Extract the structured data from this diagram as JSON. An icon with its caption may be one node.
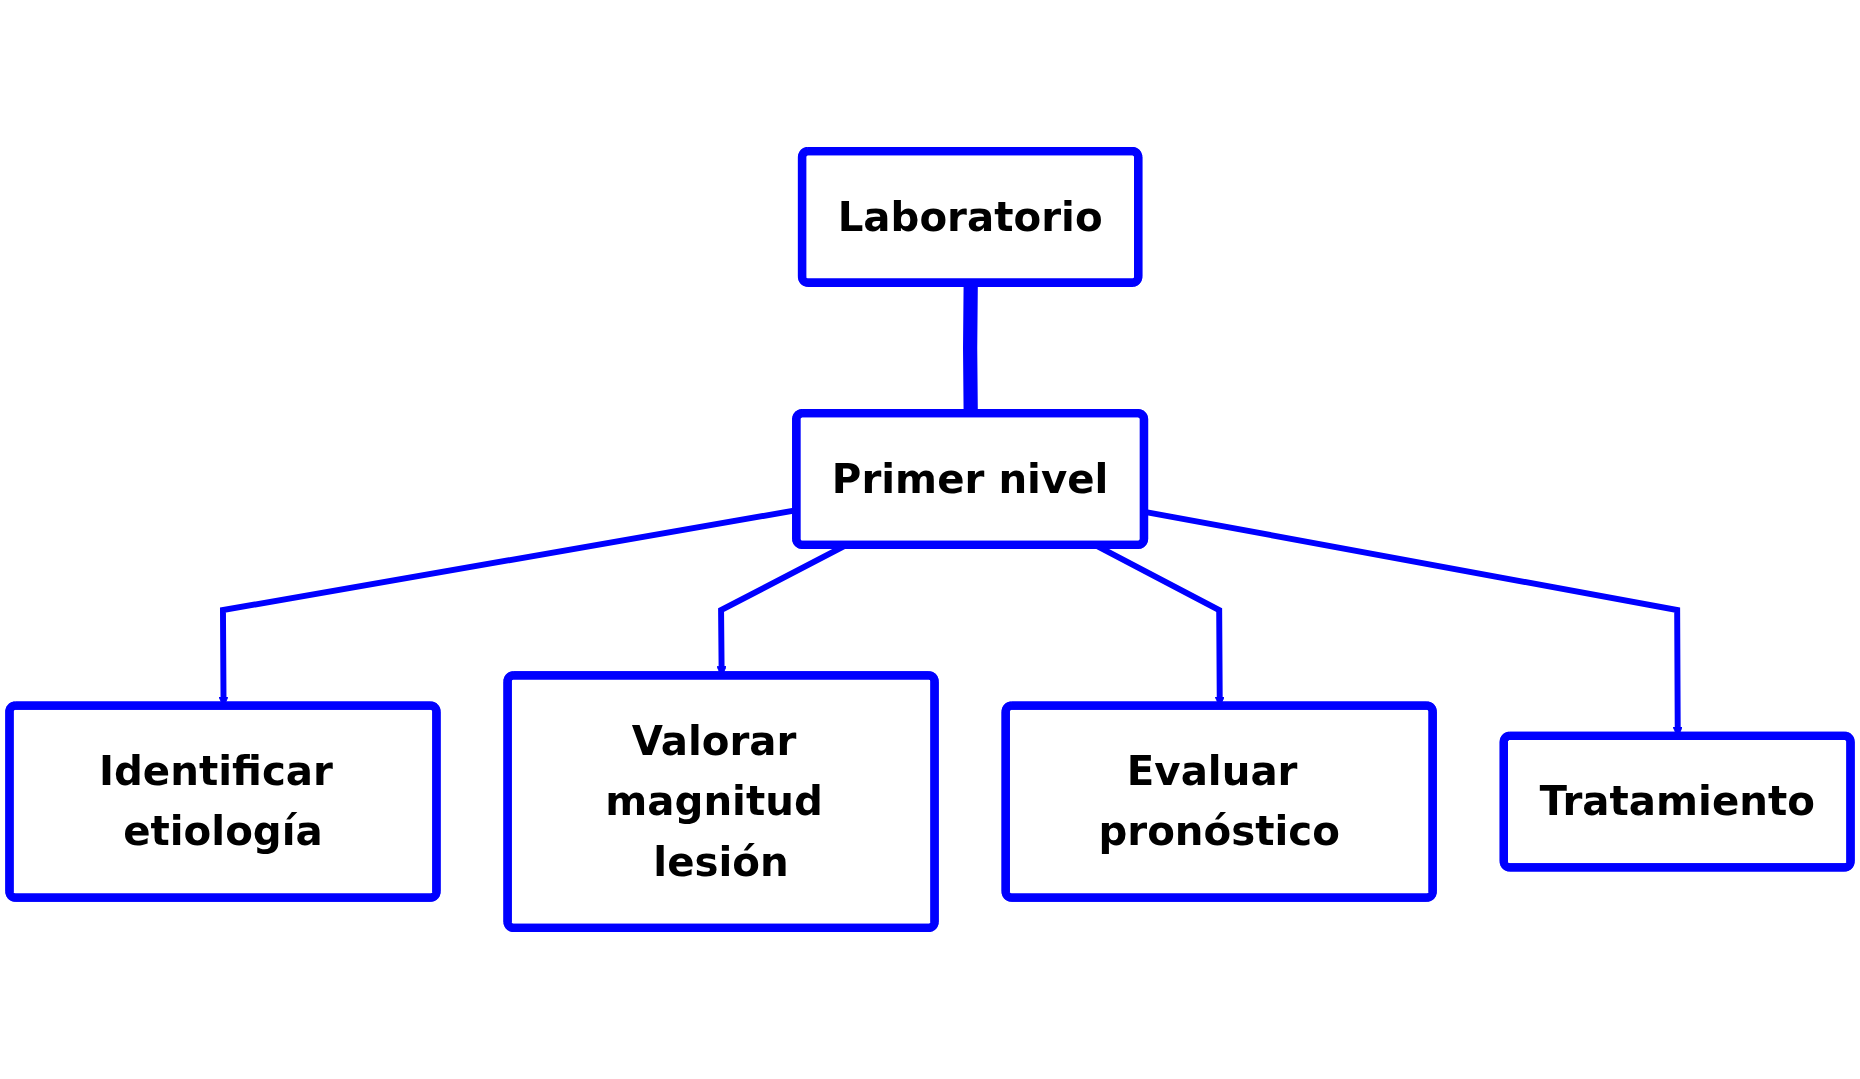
{
  "diagram": {
    "nodes": [
      {
        "text": [
          "Laboratorio"
        ]
      },
      {
        "text": [
          "Primer nivel"
        ]
      },
      {
        "text": [
          "Identificar etiología"
        ]
      },
      {
        "text": [
          "Valorar magnitud lesión"
        ]
      },
      {
        "text": [
          "Evaluar pronóstico"
        ]
      },
      {
        "text": [
          "Tratamiento"
        ]
      }
    ],
    "edges": [
      {
        "from": 0,
        "to": 1,
        "arrow": "to",
        "style": "thick"
      },
      {
        "from": 1,
        "to": 2,
        "arrow": "to"
      },
      {
        "from": 1,
        "to": 3,
        "arrow": "to"
      },
      {
        "from": 1,
        "to": 4,
        "arrow": "to"
      },
      {
        "from": 1,
        "to": 5,
        "arrow": "to"
      }
    ]
  }
}
